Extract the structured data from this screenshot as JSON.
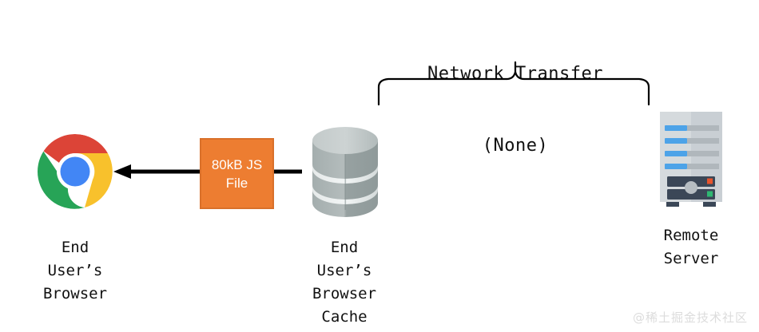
{
  "diagram": {
    "headline": {
      "line1": "Network Transfer",
      "line2": "(None)"
    },
    "nodes": {
      "browser": {
        "icon": "chrome-logo",
        "caption": "End\nUser’s\nBrowser"
      },
      "file": {
        "label": "80kB JS\nFile",
        "fill_color": "#ed7d31",
        "text_color": "#ffffff"
      },
      "cache": {
        "icon": "database-cylinder",
        "caption": "End\nUser’s\nBrowser\nCache"
      },
      "server": {
        "icon": "server-tower",
        "caption": "Remote\nServer",
        "led_top_color": "#e8552d",
        "led_bottom_color": "#2eb872",
        "bar_color": "#4da3e8"
      }
    },
    "connector": {
      "arrow_direction": "left",
      "arrow_color": "#000000",
      "brace_color": "#000000"
    },
    "watermark": "@稀土掘金技术社区"
  }
}
